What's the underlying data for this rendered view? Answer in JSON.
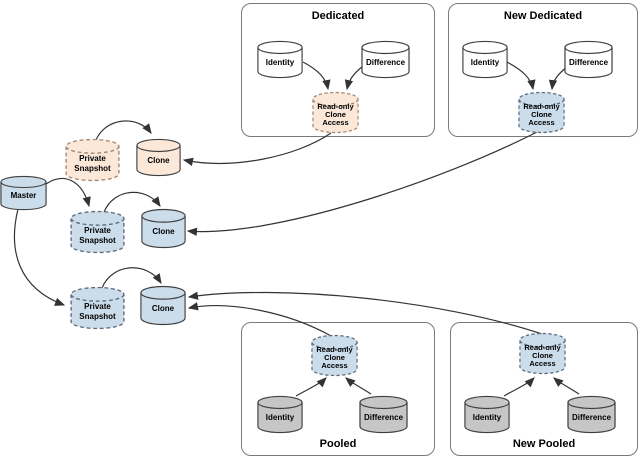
{
  "diagram": {
    "groups": {
      "dedicated": {
        "title": "Dedicated"
      },
      "new_dedicated": {
        "title": "New Dedicated"
      },
      "pooled": {
        "title": "Pooled"
      },
      "new_pooled": {
        "title": "New Pooled"
      }
    },
    "nodes": {
      "master": {
        "label": "Master"
      },
      "private_snapshot_1": {
        "label": "Private\nSnapshot"
      },
      "clone_1": {
        "label": "Clone"
      },
      "private_snapshot_2": {
        "label": "Private\nSnapshot"
      },
      "clone_2": {
        "label": "Clone"
      },
      "private_snapshot_3": {
        "label": "Private\nSnapshot"
      },
      "clone_3": {
        "label": "Clone"
      },
      "dedicated_identity": {
        "label": "Identity"
      },
      "dedicated_difference": {
        "label": "Difference"
      },
      "dedicated_readonly": {
        "label": "Read-only\nClone\nAccess"
      },
      "new_dedicated_identity": {
        "label": "Identity"
      },
      "new_dedicated_difference": {
        "label": "Difference"
      },
      "new_dedicated_readonly": {
        "label": "Read-only\nClone\nAccess"
      },
      "pooled_identity": {
        "label": "Identity"
      },
      "pooled_difference": {
        "label": "Difference"
      },
      "pooled_readonly": {
        "label": "Read-only\nClone\nAccess"
      },
      "new_pooled_identity": {
        "label": "Identity"
      },
      "new_pooled_difference": {
        "label": "Difference"
      },
      "new_pooled_readonly": {
        "label": "Read-only\nClone\nAccess"
      }
    },
    "colors": {
      "peach_fill": "#FBE8D9",
      "blue_fill": "#CBDCEA",
      "gray_fill": "#C6C6C6",
      "white_fill": "#FFFFFF",
      "outline": "#404040",
      "arrow": "#333333",
      "group_border": "#7A7A7A"
    }
  }
}
